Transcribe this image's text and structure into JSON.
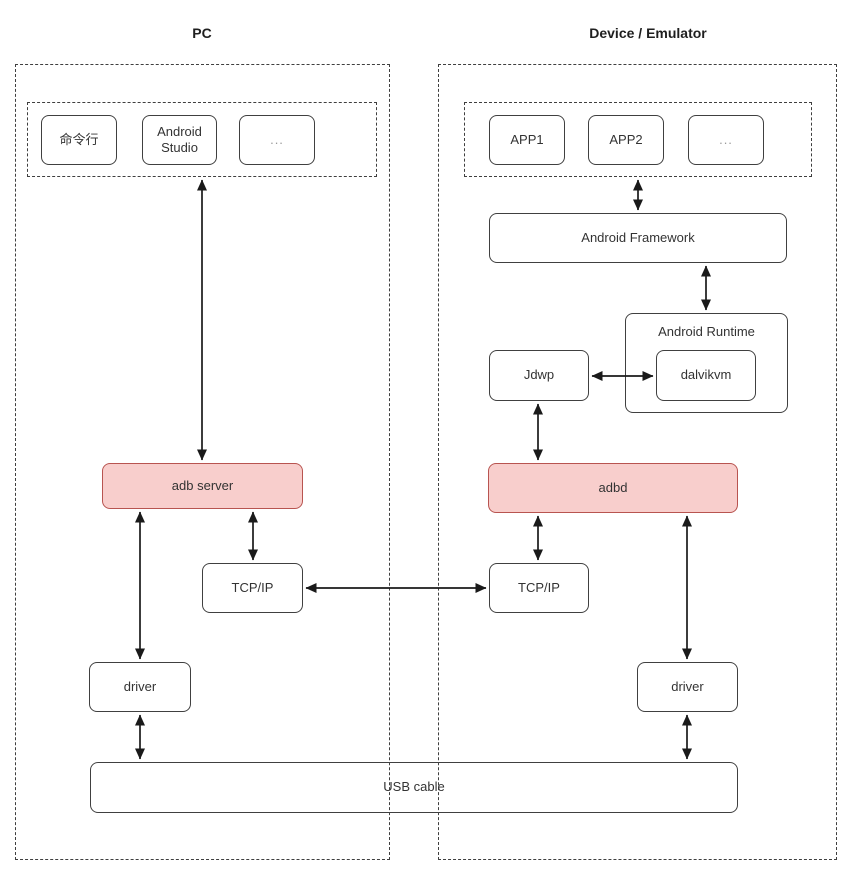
{
  "pc": {
    "title": "PC",
    "tools": [
      "命令行",
      "Android Studio",
      "..."
    ],
    "adb_server": "adb server",
    "tcpip": "TCP/IP",
    "driver": "driver"
  },
  "device": {
    "title": "Device / Emulator",
    "apps": [
      "APP1",
      "APP2",
      "..."
    ],
    "framework": "Android Framework",
    "runtime": "Android Runtime",
    "dalvikvm": "dalvikvm",
    "jdwp": "Jdwp",
    "adbd": "adbd",
    "tcpip": "TCP/IP",
    "driver": "driver"
  },
  "shared": {
    "usb_cable": "USB cable"
  },
  "colors": {
    "highlight_fill": "#f8cecc",
    "highlight_border": "#b85450",
    "box_border": "#404040",
    "line": "#1a1a1a",
    "text": "#333333"
  }
}
